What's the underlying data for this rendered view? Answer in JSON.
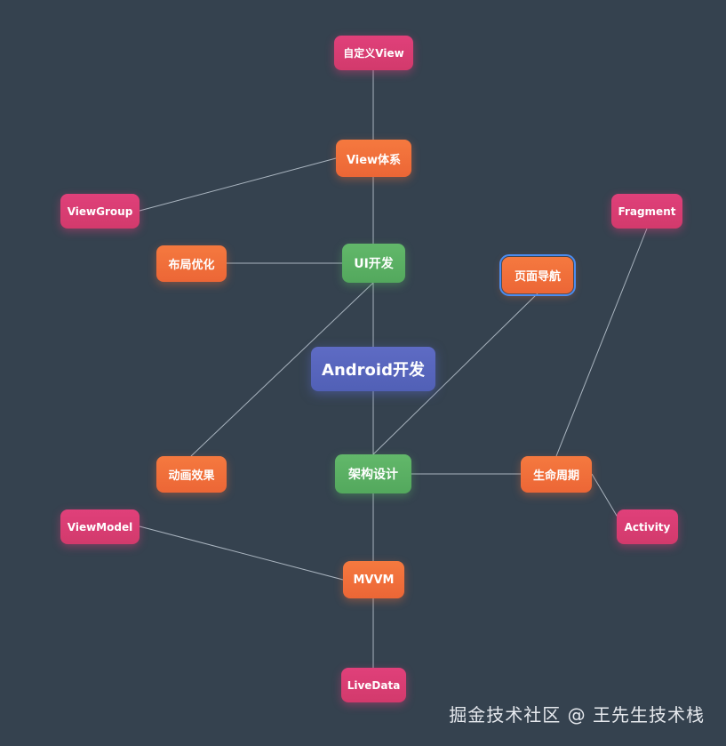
{
  "diagram": {
    "nodes": {
      "root": "Android开发",
      "ui_dev": "UI开发",
      "arch_design": "架构设计",
      "view_system": "View体系",
      "custom_view": "自定义View",
      "viewgroup": "ViewGroup",
      "layout_opt": "布局优化",
      "animation": "动画效果",
      "page_nav": "页面导航",
      "lifecycle": "生命周期",
      "fragment": "Fragment",
      "activity": "Activity",
      "mvvm": "MVVM",
      "viewmodel": "ViewModel",
      "livedata": "LiveData"
    },
    "colors": {
      "background": "#35424f",
      "edge": "#a9b4bf",
      "root": "#5867bd",
      "branch": "#5bb164",
      "topic": "#f07038",
      "leaf": "#d93c72",
      "selection": "#4a8cf0"
    },
    "selected_node": "page_nav"
  },
  "watermark": "掘金技术社区 @ 王先生技术栈"
}
